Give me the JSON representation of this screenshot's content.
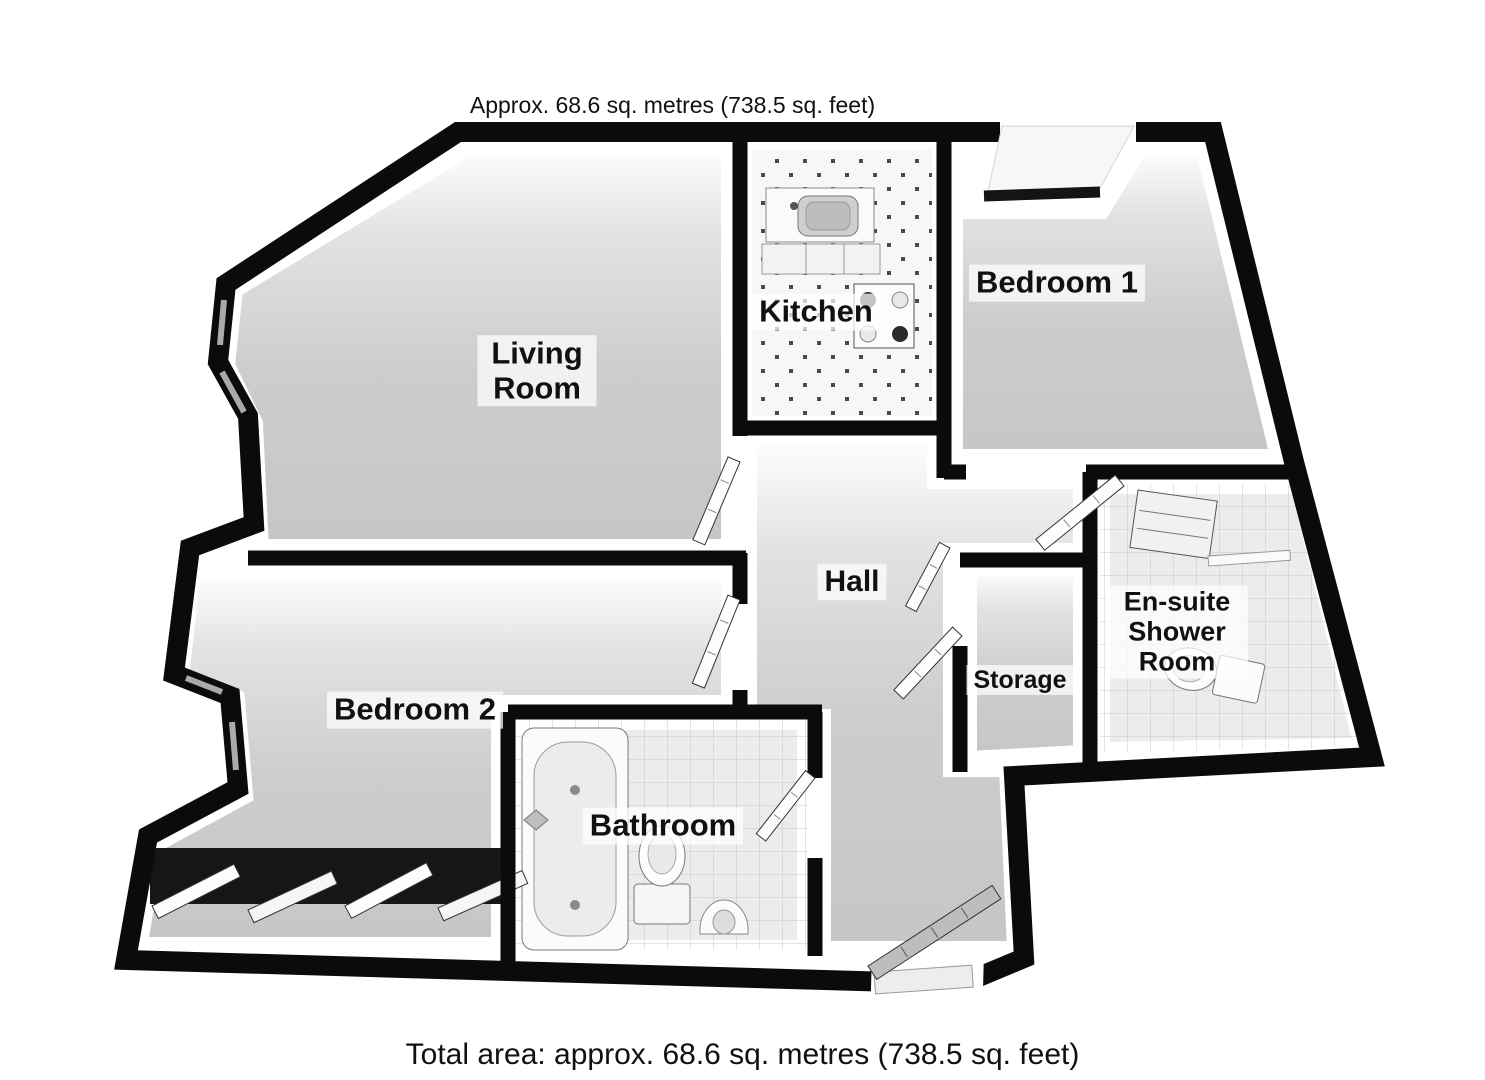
{
  "captions": {
    "top": "Approx. 68.6 sq. metres (738.5 sq. feet)",
    "bottom": "Total area: approx. 68.6 sq. metres (738.5 sq. feet)"
  },
  "areas": {
    "sq_metres": "68.6",
    "sq_feet": "738.5"
  },
  "rooms": {
    "living_room": {
      "label": "Living Room"
    },
    "kitchen": {
      "label": "Kitchen"
    },
    "bedroom1": {
      "label": "Bedroom 1"
    },
    "hall": {
      "label": "Hall"
    },
    "storage": {
      "label": "Storage"
    },
    "ensuite": {
      "label": "En-suite Shower Room"
    },
    "bedroom2": {
      "label": "Bedroom 2"
    },
    "bathroom": {
      "label": "Bathroom"
    }
  },
  "colors": {
    "wall": "#0b0b0b",
    "floor": "#cbcbcb",
    "tile": "#f6f6f6"
  }
}
